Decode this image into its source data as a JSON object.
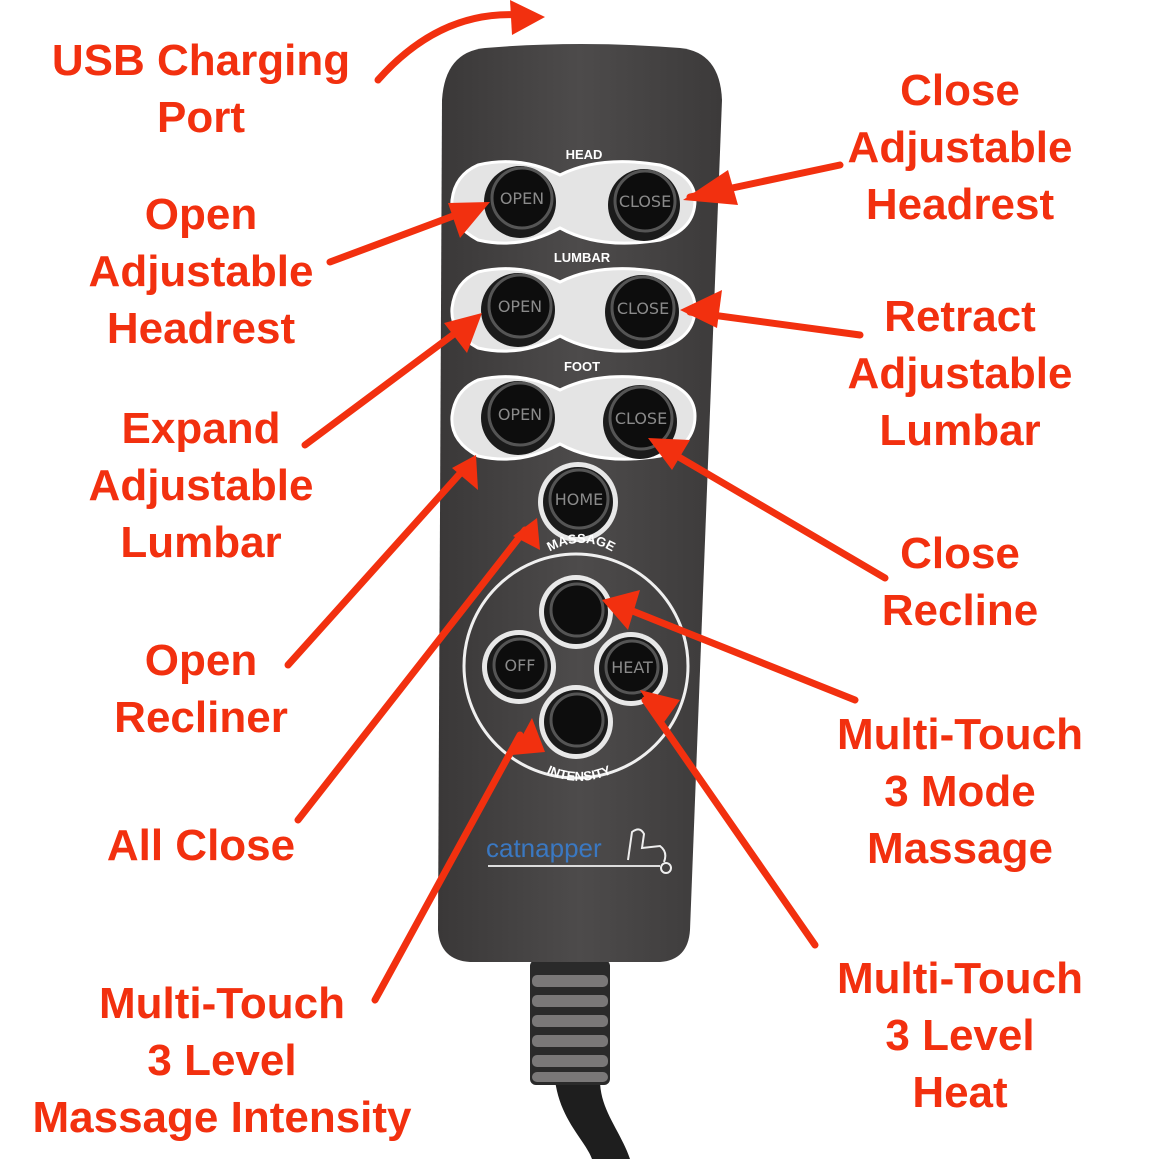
{
  "remote": {
    "sections": {
      "head": "HEAD",
      "lumbar": "LUMBAR",
      "foot": "FOOT"
    },
    "buttons": {
      "head_open": "OPEN",
      "head_close": "CLOSE",
      "lumbar_open": "OPEN",
      "lumbar_close": "CLOSE",
      "foot_open": "OPEN",
      "foot_close": "CLOSE",
      "home": "HOME",
      "off": "OFF",
      "heat": "HEAT",
      "massage": "",
      "intensity": ""
    },
    "ring_top": "MASSAGE",
    "ring_bottom": "INTENSITY",
    "brand": "catnapper",
    "brand_color": "#3a78c2",
    "body_color": "#4a4848"
  },
  "annotation_color": "#f2300f",
  "labels": {
    "usb": [
      "USB Charging",
      "Port"
    ],
    "close_headrest": [
      "Close",
      "Adjustable",
      "Headrest"
    ],
    "open_headrest": [
      "Open",
      "Adjustable",
      "Headrest"
    ],
    "retract_lumbar": [
      "Retract",
      "Adjustable",
      "Lumbar"
    ],
    "expand_lumbar": [
      "Expand",
      "Adjustable",
      "Lumbar"
    ],
    "close_recline": [
      "Close",
      "Recline"
    ],
    "open_recliner": [
      "Open",
      "Recliner"
    ],
    "massage_mode": [
      "Multi-Touch",
      "3 Mode",
      "Massage"
    ],
    "all_close": [
      "All Close"
    ],
    "heat": [
      "Multi-Touch",
      "3 Level",
      "Heat"
    ],
    "intensity": [
      "Multi-Touch",
      "3 Level",
      "Massage Intensity"
    ]
  }
}
